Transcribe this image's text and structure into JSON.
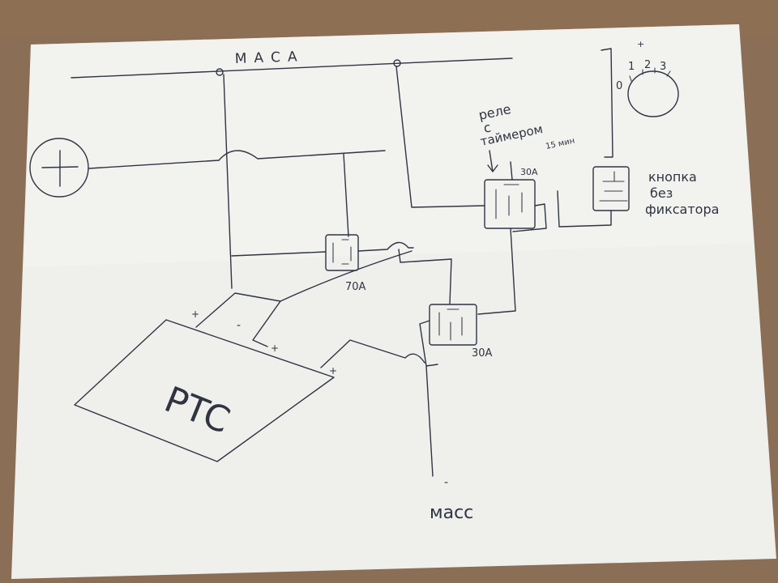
{
  "diagram": {
    "ground_top_label": "МАСА",
    "ground_bottom_label": "масс",
    "battery_symbol": "+",
    "timer_relay_label_line1": "реле",
    "timer_relay_label_line2": "с",
    "timer_relay_label_line3": "таймером",
    "timer_relay_label_line4": "15 мин",
    "timer_relay_rating": "30А",
    "main_relay_rating": "70А",
    "second_relay_rating": "30А",
    "button_label_line1": "кнопка",
    "button_label_line2": "без",
    "button_label_line3": "фиксатора",
    "ignition_positions": [
      "0",
      "1",
      "2",
      "3"
    ],
    "ignition_plus": "+",
    "ptc_label": "PTC",
    "ptc_terminal_plus": "+",
    "ptc_terminal_minus": "-",
    "ground_wire_minus": "-"
  },
  "colors": {
    "background": "#8a6e55",
    "paper": "#f1f1ef",
    "ink": "#2f3442"
  }
}
